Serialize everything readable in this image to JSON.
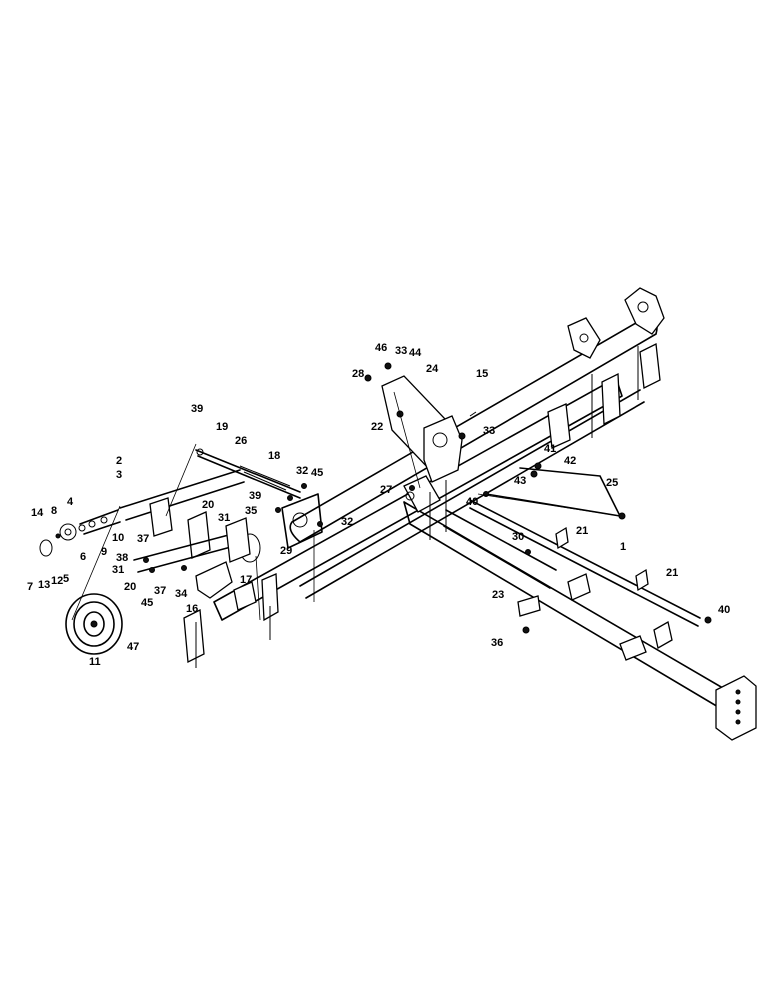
{
  "diagram": {
    "callouts": [
      "1",
      "2",
      "3",
      "4",
      "5",
      "6",
      "7",
      "8",
      "9",
      "10",
      "11",
      "12",
      "13",
      "14",
      "15",
      "16",
      "17",
      "18",
      "19",
      "20",
      "20",
      "21",
      "21",
      "22",
      "23",
      "24",
      "25",
      "26",
      "27",
      "28",
      "29",
      "30",
      "31",
      "31",
      "32",
      "32",
      "33",
      "33",
      "34",
      "35",
      "36",
      "37",
      "37",
      "38",
      "39",
      "39",
      "40",
      "40",
      "41",
      "42",
      "43",
      "44",
      "45",
      "45",
      "46",
      "47"
    ]
  }
}
